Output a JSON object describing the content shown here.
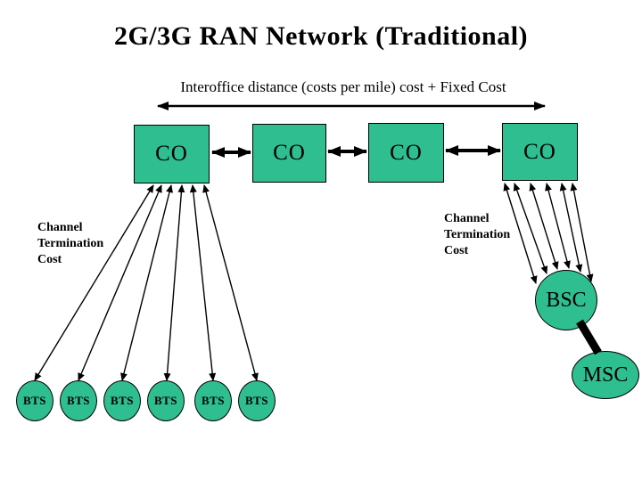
{
  "title": "2G/3G RAN Network (Traditional)",
  "interoffice_label": "Interoffice distance (costs per mile) cost + Fixed Cost",
  "channel_termination_left": "Channel\nTermination\nCost",
  "channel_termination_right": "Channel\nTermination\nCost",
  "colors": {
    "background": "#FFFFFF",
    "node_fill": "#2FBE90",
    "node_stroke": "#000000",
    "arrow": "#000000",
    "text": "#000000"
  },
  "nodes": {
    "co_boxes": [
      {
        "label": "CO"
      },
      {
        "label": "CO"
      },
      {
        "label": "CO"
      },
      {
        "label": "CO"
      }
    ],
    "bts": [
      {
        "label": "BTS"
      },
      {
        "label": "BTS"
      },
      {
        "label": "BTS"
      },
      {
        "label": "BTS"
      },
      {
        "label": "BTS"
      },
      {
        "label": "BTS"
      }
    ],
    "bsc": {
      "label": "BSC"
    },
    "msc": {
      "label": "MSC"
    }
  }
}
